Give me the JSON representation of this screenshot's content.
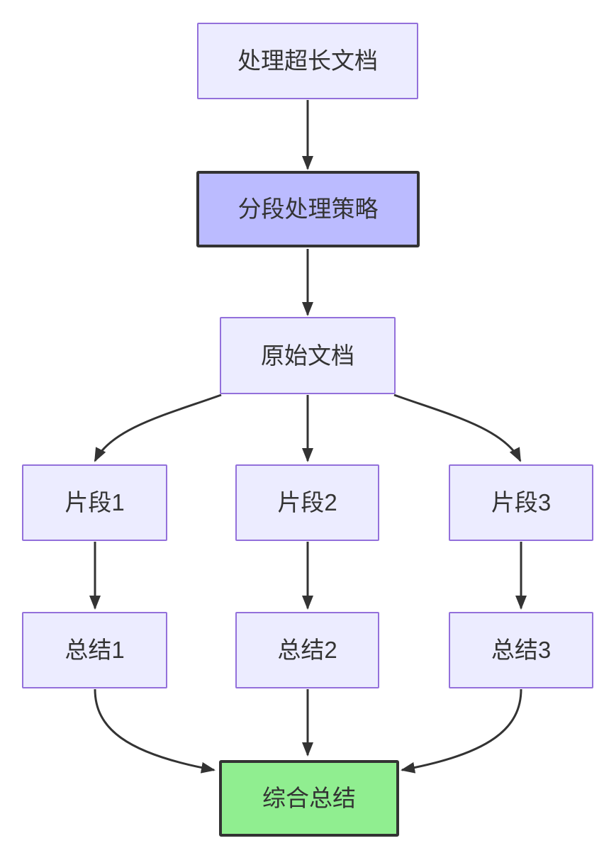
{
  "diagram": {
    "type": "flowchart",
    "direction": "top-down",
    "background": "#FFFFFF",
    "edge_color": "#333333",
    "text_color": "#333333",
    "default_node_fill": "#ECECFF",
    "default_node_stroke": "#9370DB",
    "nodes": [
      {
        "id": "long_doc",
        "label": "处理超长文档",
        "fill": "#ECECFF",
        "stroke": "#9370DB"
      },
      {
        "id": "strategy",
        "label": "分段处理策略",
        "fill": "#BBBBFF",
        "stroke": "#333333"
      },
      {
        "id": "original_doc",
        "label": "原始文档",
        "fill": "#ECECFF",
        "stroke": "#9370DB"
      },
      {
        "id": "fragment_1",
        "label": "片段1",
        "fill": "#ECECFF",
        "stroke": "#9370DB"
      },
      {
        "id": "fragment_2",
        "label": "片段2",
        "fill": "#ECECFF",
        "stroke": "#9370DB"
      },
      {
        "id": "fragment_3",
        "label": "片段3",
        "fill": "#ECECFF",
        "stroke": "#9370DB"
      },
      {
        "id": "summary_1",
        "label": "总结1",
        "fill": "#ECECFF",
        "stroke": "#9370DB"
      },
      {
        "id": "summary_2",
        "label": "总结2",
        "fill": "#ECECFF",
        "stroke": "#9370DB"
      },
      {
        "id": "summary_3",
        "label": "总结3",
        "fill": "#ECECFF",
        "stroke": "#9370DB"
      },
      {
        "id": "final_summary",
        "label": "综合总结",
        "fill": "#90EE90",
        "stroke": "#333333"
      }
    ],
    "edges": [
      {
        "from": "long_doc",
        "to": "strategy"
      },
      {
        "from": "strategy",
        "to": "original_doc"
      },
      {
        "from": "original_doc",
        "to": "fragment_1"
      },
      {
        "from": "original_doc",
        "to": "fragment_2"
      },
      {
        "from": "original_doc",
        "to": "fragment_3"
      },
      {
        "from": "fragment_1",
        "to": "summary_1"
      },
      {
        "from": "fragment_2",
        "to": "summary_2"
      },
      {
        "from": "fragment_3",
        "to": "summary_3"
      },
      {
        "from": "summary_1",
        "to": "final_summary"
      },
      {
        "from": "summary_2",
        "to": "final_summary"
      },
      {
        "from": "summary_3",
        "to": "final_summary"
      }
    ]
  }
}
